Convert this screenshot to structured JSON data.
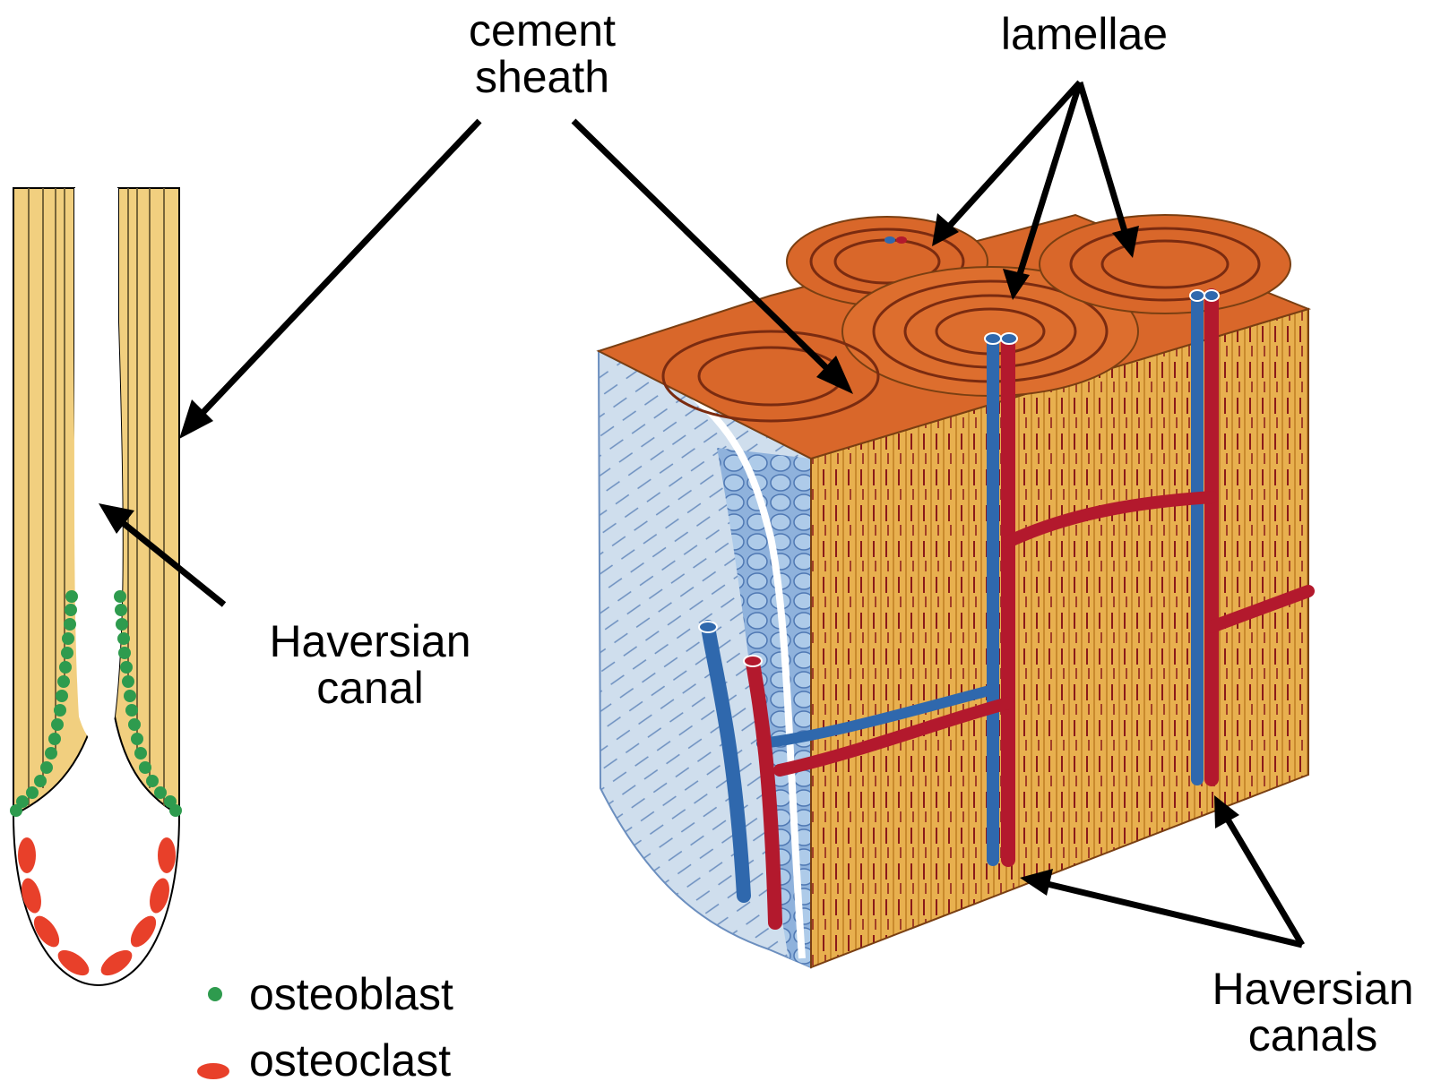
{
  "labels": {
    "cement_sheath": [
      "cement",
      "sheath"
    ],
    "lamellae": "lamellae",
    "haversian_canal": [
      "Haversian",
      "canal"
    ],
    "haversian_canals": [
      "Haversian",
      "canals"
    ]
  },
  "legend": [
    {
      "text": "osteoblast",
      "shape": "dot",
      "color": "#2e9b4e"
    },
    {
      "text": "osteoclast",
      "shape": "ellipse",
      "color": "#e8402a"
    }
  ],
  "colors": {
    "lamella_fill": "#f1cf7f",
    "lamella_line": "#6b5a32",
    "osteoblast": "#2e9b4e",
    "osteoclast": "#e8402a",
    "bone_orange": "#d9672a",
    "bone_tan": "#e9b552",
    "vessel_red": "#b3192d",
    "vessel_blue": "#2f68ad",
    "periosteum_blue": "#c9d9ea"
  }
}
